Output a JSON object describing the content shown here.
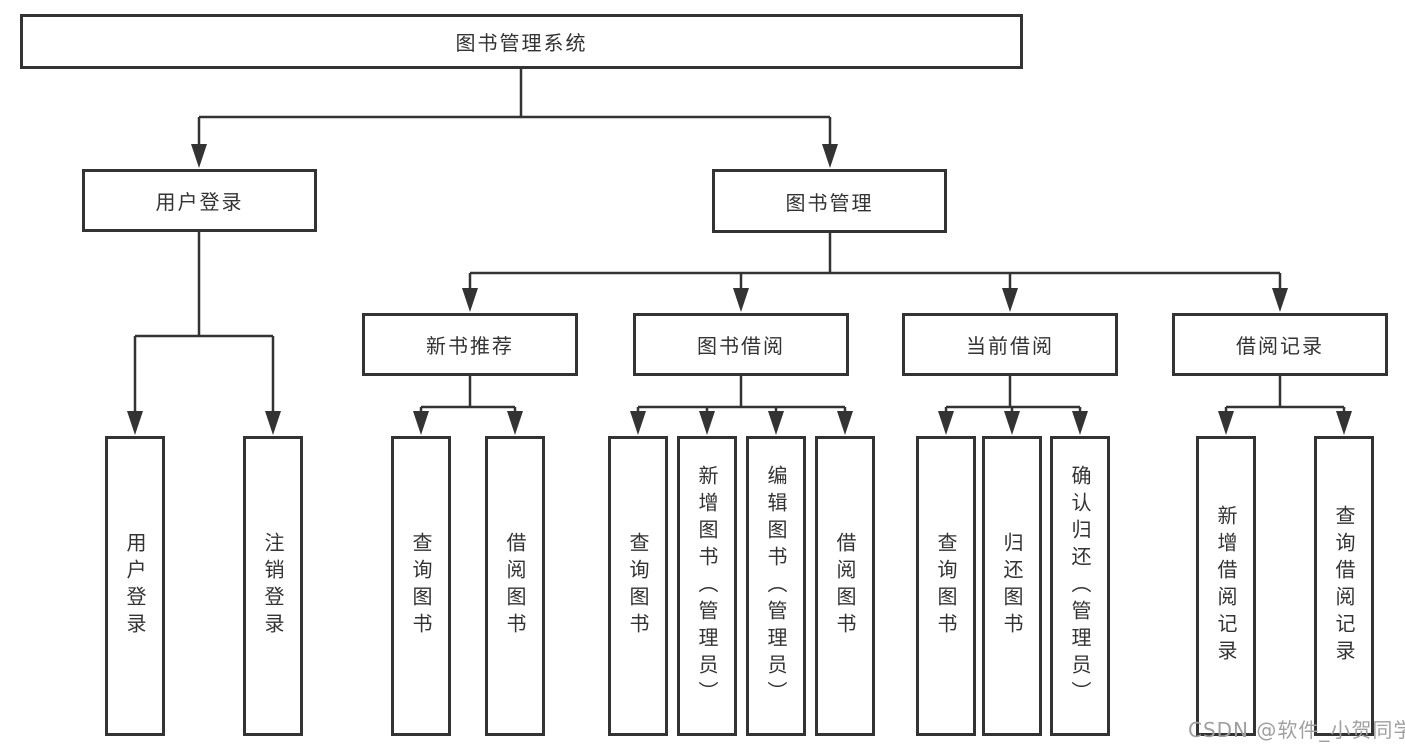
{
  "nodes": {
    "root": "图书管理系统",
    "user_login": "用户登录",
    "book_mgmt": "图书管理",
    "new_book_rec": "新书推荐",
    "book_borrow": "图书借阅",
    "current_borrow": "当前借阅",
    "borrow_records": "借阅记录",
    "leaf_user_login": "用户登录",
    "leaf_logout": "注销登录",
    "leaf_query_books_1": "查询图书",
    "leaf_borrow_books_1": "借阅图书",
    "leaf_query_books_2": "查询图书",
    "leaf_add_books": "新增图书（管理员）",
    "leaf_edit_books": "编辑图书（管理员）",
    "leaf_borrow_books_2": "借阅图书",
    "leaf_query_books_3": "查询图书",
    "leaf_return_books": "归还图书",
    "leaf_confirm_return": "确认归还（管理员）",
    "leaf_add_record": "新增借阅记录",
    "leaf_query_record": "查询借阅记录"
  },
  "watermark": "CSDN @软件_小贺同学",
  "colors": {
    "line": "#333333",
    "text": "#333333",
    "node_background": "#ffffff",
    "page_background": "#ffffff",
    "watermark": "#a0a0a0"
  }
}
